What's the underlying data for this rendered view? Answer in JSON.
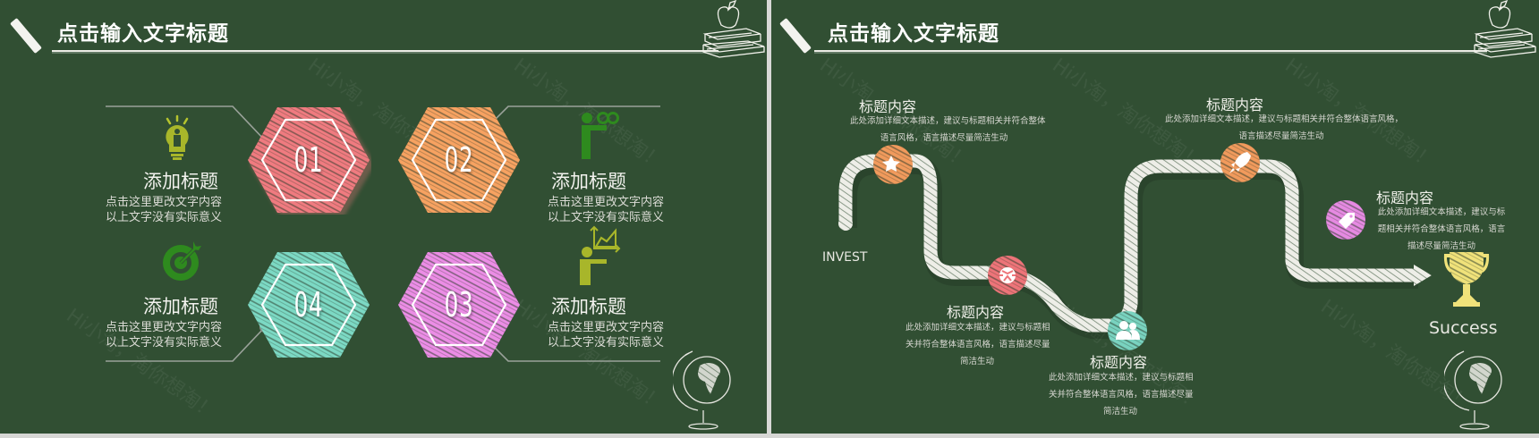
{
  "colors": {
    "board_green": "#314f33",
    "chalk_white": "#f0f0ea",
    "hex_01": "#f07b80",
    "hex_02": "#f7a261",
    "hex_03": "#ec8de6",
    "hex_04": "#7cd9c4",
    "icon_lime": "#a8b62a",
    "icon_green": "#2e8a1e",
    "milestone_orange": "#f19a5c",
    "milestone_red": "#ee7479",
    "milestone_teal": "#79d3c0",
    "milestone_pink": "#e68ae2",
    "trophy_yellow": "#f0e27a"
  },
  "watermark": "Hi小淘，淘你想淘！",
  "left_slide": {
    "header": {
      "title": "点击输入文字标题",
      "icon": "apple-books-icon"
    },
    "hexagons": [
      {
        "number": "01",
        "color": "#f07b80"
      },
      {
        "number": "02",
        "color": "#f7a261"
      },
      {
        "number": "03",
        "color": "#ec8de6"
      },
      {
        "number": "04",
        "color": "#7cd9c4"
      }
    ],
    "features": [
      {
        "icon": "lightbulb-person-icon",
        "title": "添加标题",
        "line1": "点击这里更改文字内容",
        "line2": "以上文字没有实际意义"
      },
      {
        "icon": "binoculars-person-icon",
        "title": "添加标题",
        "line1": "点击这里更改文字内容",
        "line2": "以上文字没有实际意义"
      },
      {
        "icon": "presenter-chart-icon",
        "title": "添加标题",
        "line1": "点击这里更改文字内容",
        "line2": "以上文字没有实际意义"
      },
      {
        "icon": "target-arrow-icon",
        "title": "添加标题",
        "line1": "点击这里更改文字内容",
        "line2": "以上文字没有实际意义"
      }
    ],
    "decoration": "globe-icon"
  },
  "right_slide": {
    "header": {
      "title": "点击输入文字标题",
      "icon": "apple-books-icon"
    },
    "start_label": "INVEST",
    "end_label": "Success",
    "milestones": [
      {
        "icon": "star-icon",
        "title": "标题内容",
        "line1": "此处添加详细文本描述，建议与标题相关并符合整体",
        "line2": "语言风格，语言描述尽量简洁生动",
        "line3": ""
      },
      {
        "icon": "globe-ball-icon",
        "title": "标题内容",
        "line1": "此处添加详细文本描述，建议与标题相",
        "line2": "关并符合整体语言风格，语言描述尽量",
        "line3": "简洁生动"
      },
      {
        "icon": "users-icon",
        "title": "标题内容",
        "line1": "此处添加详细文本描述，建议与标题相",
        "line2": "关并符合整体语言风格，语言描述尽量",
        "line3": "简洁生动"
      },
      {
        "icon": "rocket-icon",
        "title": "标题内容",
        "line1": "此处添加详细文本描述，建议与标题相关并符合整体语言风格，",
        "line2": "语言描述尽量简洁生动",
        "line3": ""
      },
      {
        "icon": "tag-icon",
        "title": "标题内容",
        "line1": "此处添加详细文本描述，建议与标",
        "line2": "题相关并符合整体语言风格，语言",
        "line3": "描述尽量简洁生动"
      }
    ],
    "decorations": [
      "trophy-icon",
      "globe-icon"
    ]
  }
}
